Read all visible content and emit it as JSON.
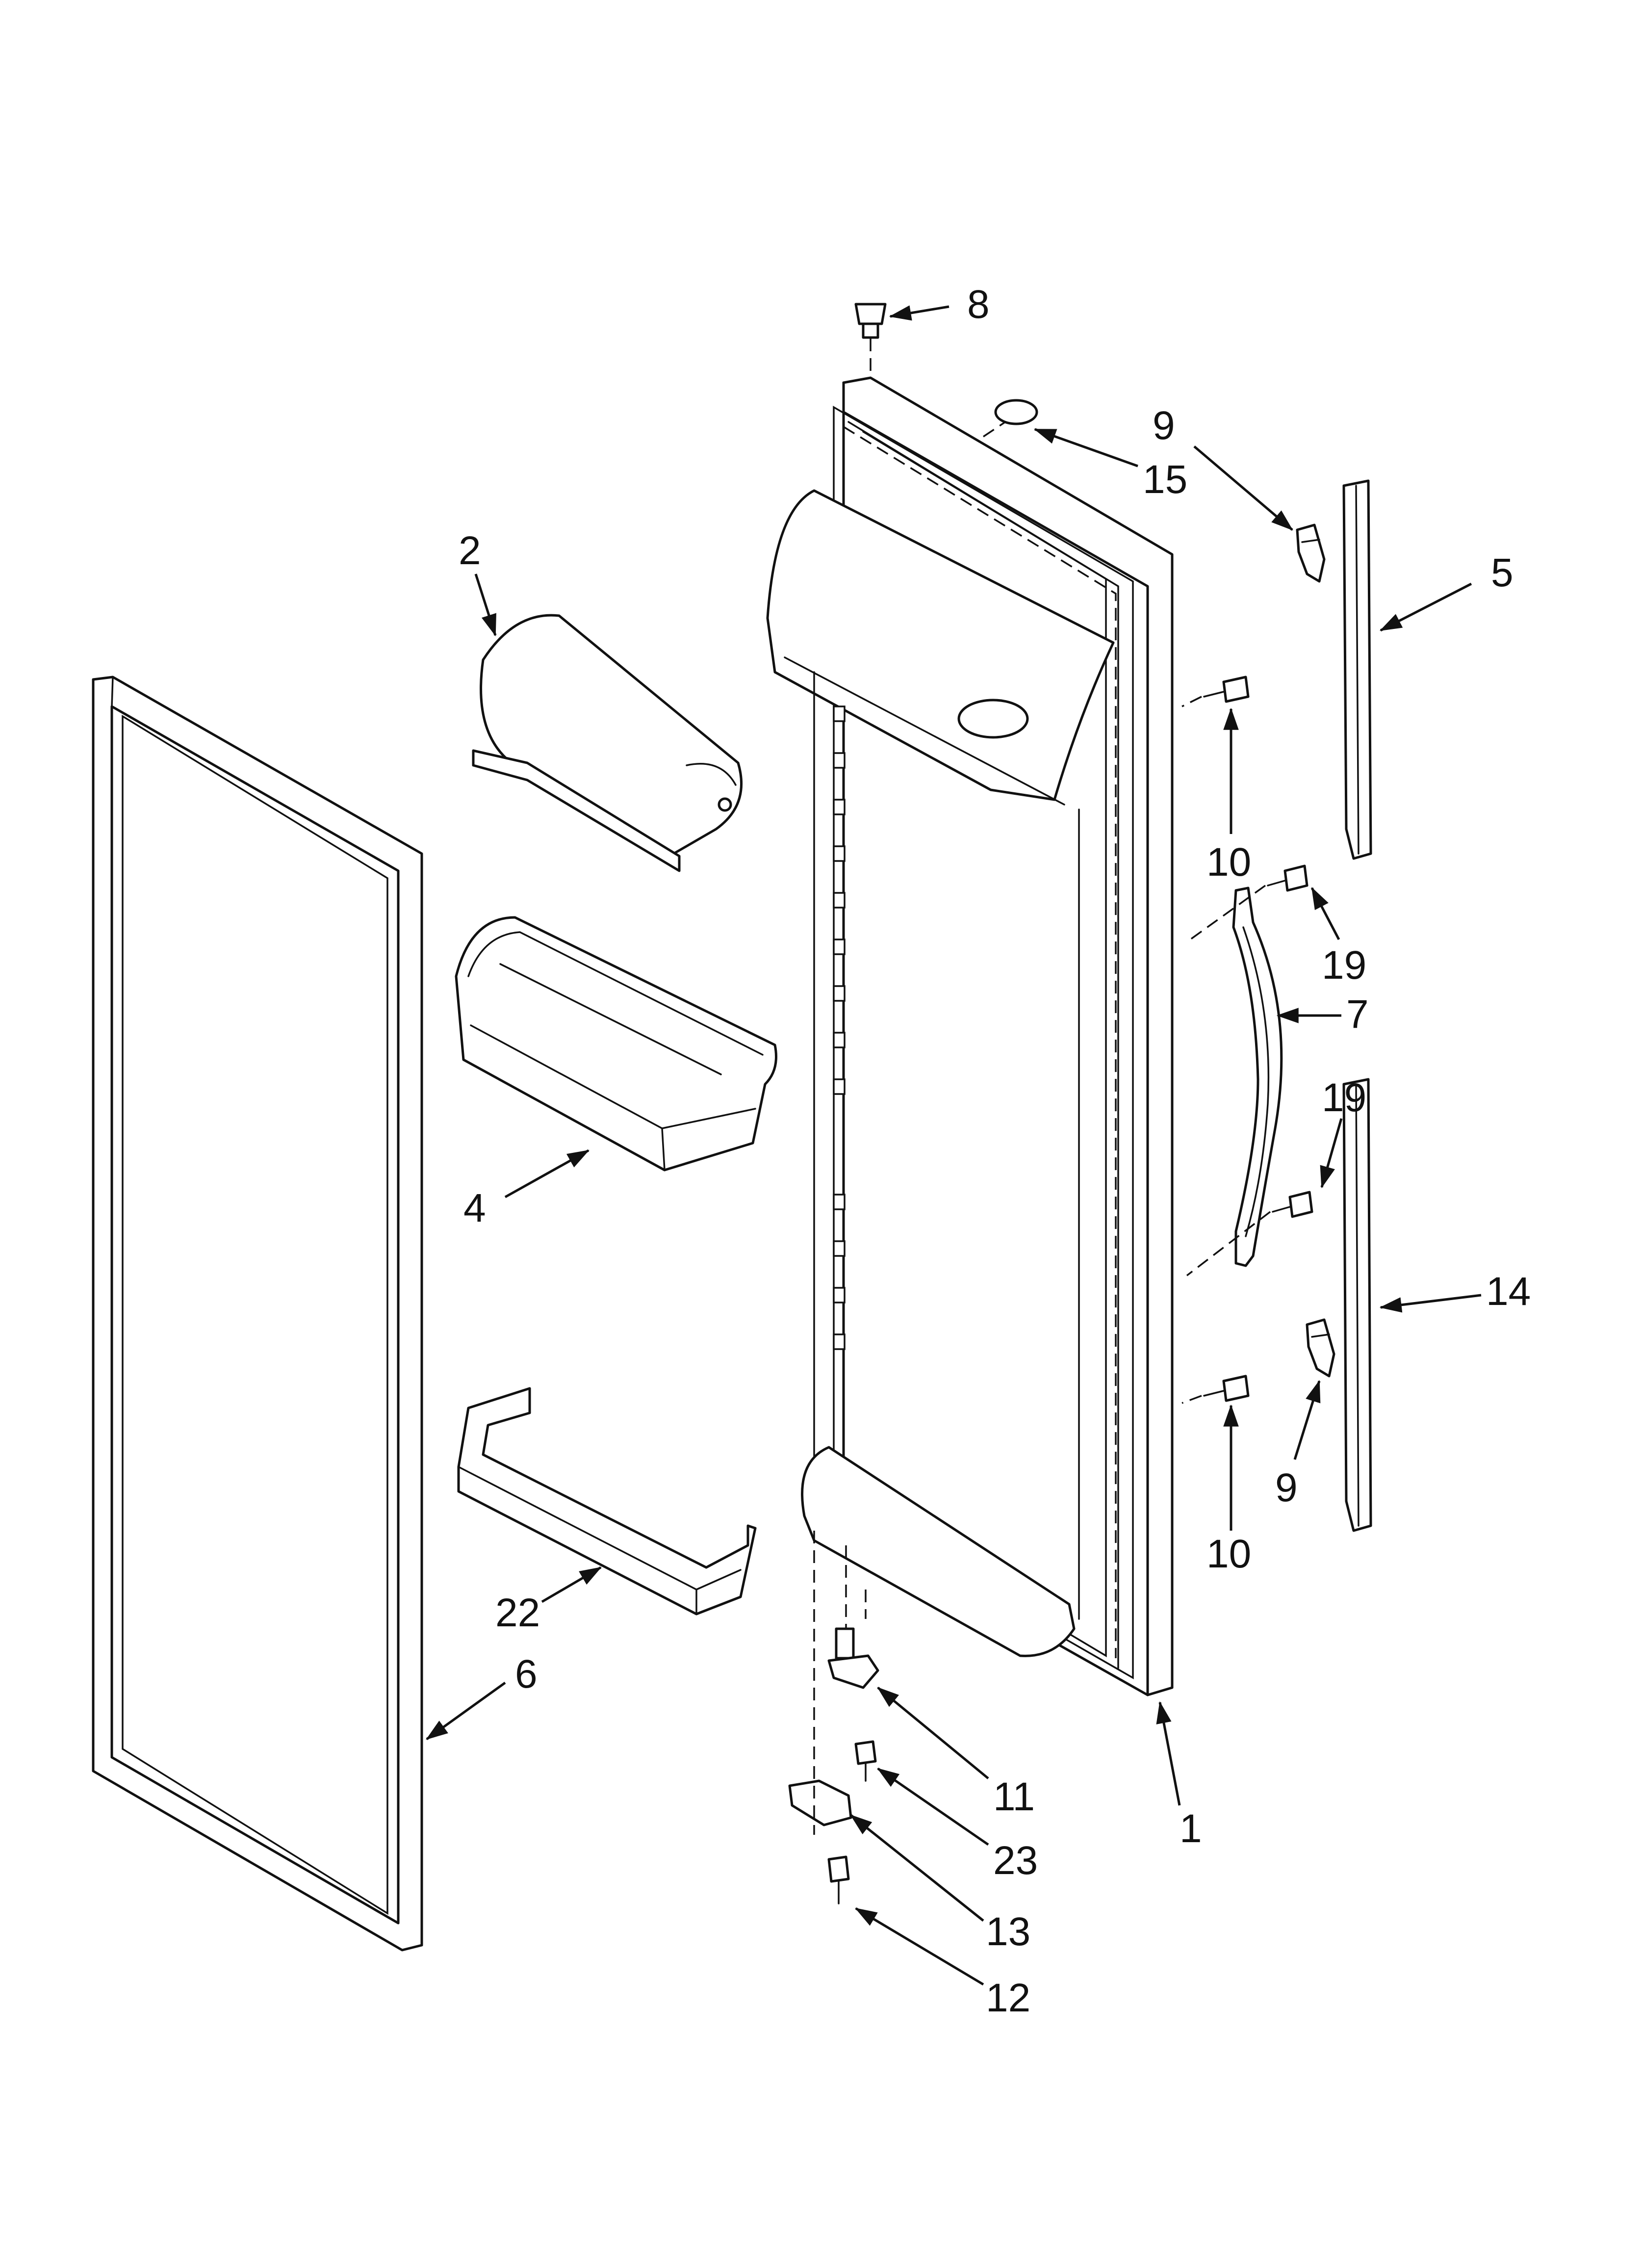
{
  "callouts": [
    {
      "id": "c8",
      "label": "8"
    },
    {
      "id": "c15",
      "label": "15"
    },
    {
      "id": "c9a",
      "label": "9"
    },
    {
      "id": "c5",
      "label": "5"
    },
    {
      "id": "c2",
      "label": "2"
    },
    {
      "id": "c10a",
      "label": "10"
    },
    {
      "id": "c19a",
      "label": "19"
    },
    {
      "id": "c7",
      "label": "7"
    },
    {
      "id": "c19b",
      "label": "19"
    },
    {
      "id": "c4",
      "label": "4"
    },
    {
      "id": "c14",
      "label": "14"
    },
    {
      "id": "c9b",
      "label": "9"
    },
    {
      "id": "c10b",
      "label": "10"
    },
    {
      "id": "c22",
      "label": "22"
    },
    {
      "id": "c6",
      "label": "6"
    },
    {
      "id": "c11",
      "label": "11"
    },
    {
      "id": "c1",
      "label": "1"
    },
    {
      "id": "c23",
      "label": "23"
    },
    {
      "id": "c13",
      "label": "13"
    },
    {
      "id": "c12",
      "label": "12"
    }
  ],
  "colors": {
    "line": "#111111",
    "background": "#ffffff"
  }
}
